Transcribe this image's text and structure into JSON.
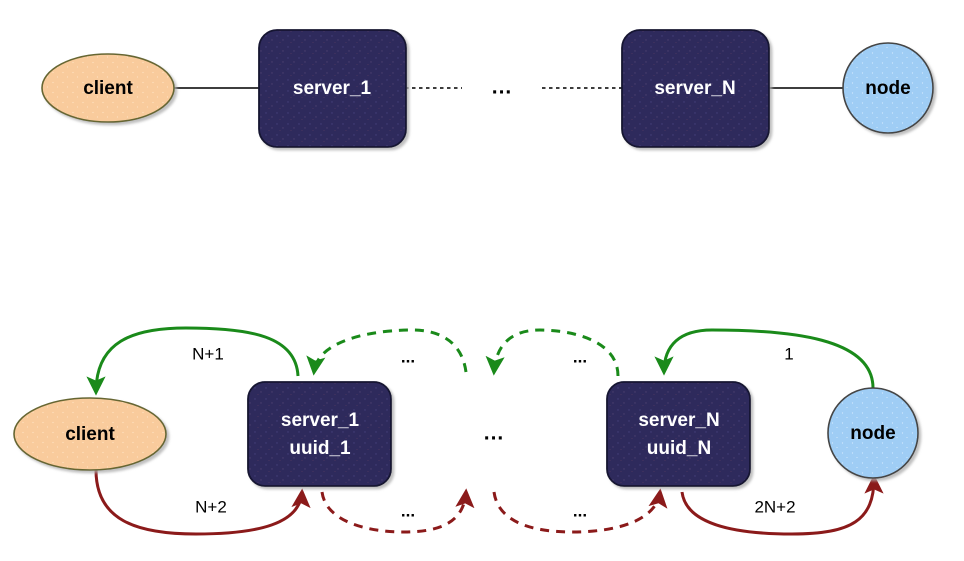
{
  "figure": {
    "title": "Chained server relay diagram",
    "background": "#ffffff"
  },
  "palette": {
    "client_fill": "#f9cb9c",
    "client_stroke": "#666633",
    "server_fill": "#2e2a5c",
    "server_stroke": "#1a1833",
    "server_text": "#ffffff",
    "node_fill": "#9fcdf5",
    "node_stroke": "#444444",
    "request_arrow": "#1a8a1a",
    "response_arrow": "#8b1a1a",
    "plain_link": "#222222",
    "label_text": "#000000"
  },
  "diagrams": [
    {
      "id": "topology",
      "nodes": [
        {
          "id": "client",
          "label": "client",
          "shape": "ellipse"
        },
        {
          "id": "server_1",
          "label": "server_1",
          "shape": "rounded-rect"
        },
        {
          "id": "gap",
          "label": "...",
          "shape": "text"
        },
        {
          "id": "server_N",
          "label": "server_N",
          "shape": "rounded-rect"
        },
        {
          "id": "node",
          "label": "node",
          "shape": "circle"
        }
      ],
      "links": [
        {
          "from": "client",
          "to": "server_1",
          "style": "solid",
          "label": ""
        },
        {
          "from": "server_1",
          "to": "gap",
          "style": "dotted",
          "label": ""
        },
        {
          "from": "gap",
          "to": "server_N",
          "style": "dotted",
          "label": ""
        },
        {
          "from": "server_N",
          "to": "node",
          "style": "solid",
          "label": ""
        }
      ]
    },
    {
      "id": "message-order",
      "nodes": [
        {
          "id": "client",
          "label": "client",
          "shape": "ellipse"
        },
        {
          "id": "server_1",
          "label_line1": "server_1",
          "label_line2": "uuid_1",
          "shape": "rounded-rect"
        },
        {
          "id": "gap",
          "label": "...",
          "shape": "text"
        },
        {
          "id": "server_N",
          "label_line1": "server_N",
          "label_line2": "uuid_N",
          "shape": "rounded-rect"
        },
        {
          "id": "node",
          "label": "node",
          "shape": "circle"
        }
      ],
      "request_edges": [
        {
          "from": "server_1",
          "to": "client",
          "label": "N+1",
          "style": "solid"
        },
        {
          "from": "gap",
          "to": "server_1",
          "label": "...",
          "style": "dashed"
        },
        {
          "from": "server_N",
          "to": "gap",
          "label": "...",
          "style": "dashed"
        },
        {
          "from": "node",
          "to": "server_N",
          "label": "1",
          "style": "solid"
        }
      ],
      "response_edges": [
        {
          "from": "client",
          "to": "server_1",
          "label": "N+2",
          "style": "solid"
        },
        {
          "from": "server_1",
          "to": "gap",
          "label": "...",
          "style": "dashed"
        },
        {
          "from": "gap",
          "to": "server_N",
          "label": "...",
          "style": "dashed"
        },
        {
          "from": "server_N",
          "to": "node",
          "label": "2N+2",
          "style": "solid"
        }
      ],
      "center_ellipsis": "..."
    }
  ],
  "labels": {
    "client": "client",
    "node": "node",
    "server_1": "server_1",
    "server_N": "server_N",
    "uuid_1": "uuid_1",
    "uuid_N": "uuid_N",
    "server_1_line1": "server_1",
    "server_1_line2": "uuid_1",
    "server_N_line1": "server_N",
    "server_N_line2": "uuid_N",
    "n_plus_1": "N+1",
    "n_plus_2": "N+2",
    "one": "1",
    "two_n_plus_2": "2N+2",
    "ellipsis": "...",
    "ellipsis_top_left": "...",
    "ellipsis_top_right": "...",
    "ellipsis_bottom_left": "...",
    "ellipsis_bottom_right": "...",
    "ellipsis_center": "...",
    "ellipsis_top_gap": "..."
  }
}
